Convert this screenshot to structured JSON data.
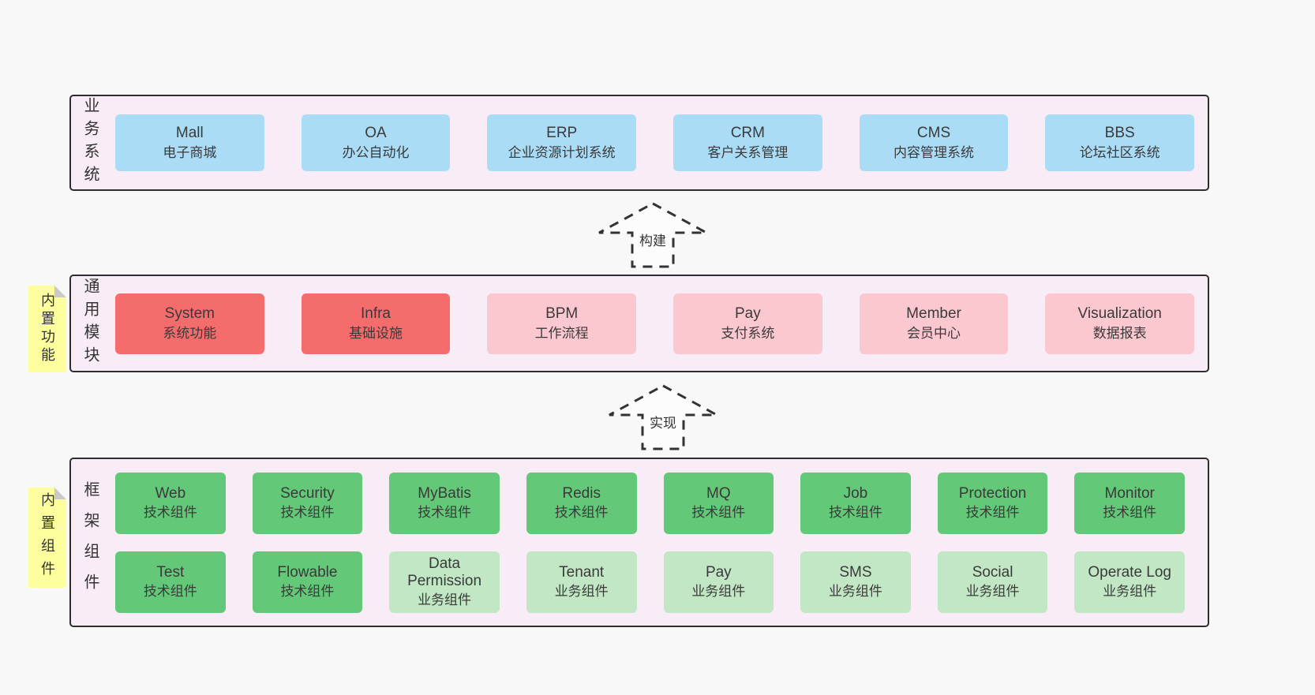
{
  "colors": {
    "page_bg": "#f8f8f8",
    "panel_bg": "#f8edf6",
    "panel_border": "#2e2e2e",
    "blue": "#aadcf6",
    "red": "#f56c6c",
    "pink": "#fcc8d0",
    "green_dark": "#63c878",
    "green_light": "#c2e7c5",
    "sticky_yellow": "#fdff9e",
    "text": "#3a3a3a"
  },
  "business": {
    "label": "业务系统",
    "boxes": [
      {
        "title": "Mall",
        "subtitle": "电子商城"
      },
      {
        "title": "OA",
        "subtitle": "办公自动化"
      },
      {
        "title": "ERP",
        "subtitle": "企业资源计划系统"
      },
      {
        "title": "CRM",
        "subtitle": "客户关系管理"
      },
      {
        "title": "CMS",
        "subtitle": "内容管理系统"
      },
      {
        "title": "BBS",
        "subtitle": "论坛社区系统"
      }
    ]
  },
  "arrows": {
    "build": "构建",
    "implement": "实现"
  },
  "modules": {
    "label": "通用模块",
    "sticky": "内置功能",
    "boxes": [
      {
        "title": "System",
        "subtitle": "系统功能"
      },
      {
        "title": "Infra",
        "subtitle": "基础设施"
      },
      {
        "title": "BPM",
        "subtitle": "工作流程"
      },
      {
        "title": "Pay",
        "subtitle": "支付系统"
      },
      {
        "title": "Member",
        "subtitle": "会员中心"
      },
      {
        "title": "Visualization",
        "subtitle": "数据报表"
      }
    ]
  },
  "components": {
    "label": "框架组件",
    "sticky": "内置组件",
    "row1": [
      {
        "title": "Web",
        "subtitle": "技术组件"
      },
      {
        "title": "Security",
        "subtitle": "技术组件"
      },
      {
        "title": "MyBatis",
        "subtitle": "技术组件"
      },
      {
        "title": "Redis",
        "subtitle": "技术组件"
      },
      {
        "title": "MQ",
        "subtitle": "技术组件"
      },
      {
        "title": "Job",
        "subtitle": "技术组件"
      },
      {
        "title": "Protection",
        "subtitle": "技术组件"
      },
      {
        "title": "Monitor",
        "subtitle": "技术组件"
      }
    ],
    "row2": [
      {
        "title": "Test",
        "subtitle": "技术组件"
      },
      {
        "title": "Flowable",
        "subtitle": "技术组件"
      },
      {
        "title": "Data Permission",
        "subtitle": "业务组件"
      },
      {
        "title": "Tenant",
        "subtitle": "业务组件"
      },
      {
        "title": "Pay",
        "subtitle": "业务组件"
      },
      {
        "title": "SMS",
        "subtitle": "业务组件"
      },
      {
        "title": "Social",
        "subtitle": "业务组件"
      },
      {
        "title": "Operate Log",
        "subtitle": "业务组件"
      }
    ]
  }
}
